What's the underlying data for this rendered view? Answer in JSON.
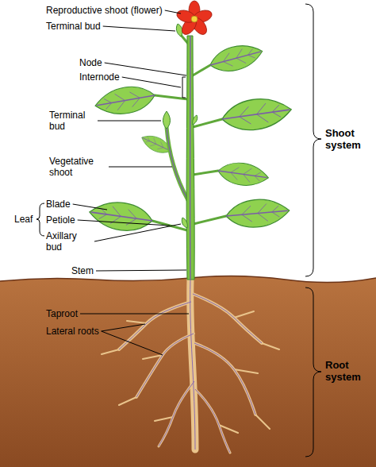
{
  "diagram": {
    "labels": [
      "Reproductive shoot (flower)",
      "Terminal bud",
      "Node",
      "Internode",
      "Terminal bud",
      "Vegetative shoot",
      "Leaf",
      "Blade",
      "Petiole",
      "Axillary bud",
      "Stem",
      "Taproot",
      "Lateral roots",
      "Shoot system",
      "Root system"
    ]
  }
}
